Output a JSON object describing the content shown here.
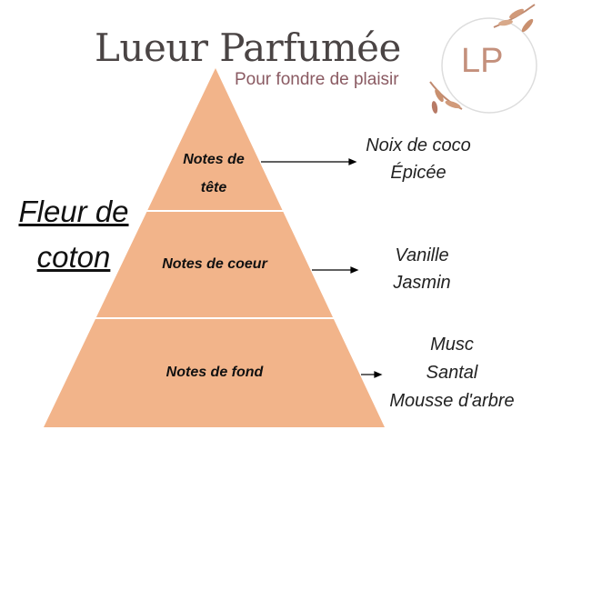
{
  "brand": {
    "name": "Lueur Parfumée",
    "tagline": "Pour fondre de plaisir",
    "monogram": "LP"
  },
  "product": {
    "title_line1": "Fleur de",
    "title_line2": "coton"
  },
  "pyramid": {
    "color": "#f2b48a",
    "tiers": [
      {
        "label_line1": "Notes de",
        "label_line2": "tête",
        "notes": [
          "Noix de coco",
          "Épicée"
        ]
      },
      {
        "label": "Notes de coeur",
        "notes": [
          "Vanille",
          "Jasmin"
        ]
      },
      {
        "label": "Notes de fond",
        "notes": [
          "Musc",
          "Santal",
          "Mousse d'arbre"
        ]
      }
    ]
  }
}
